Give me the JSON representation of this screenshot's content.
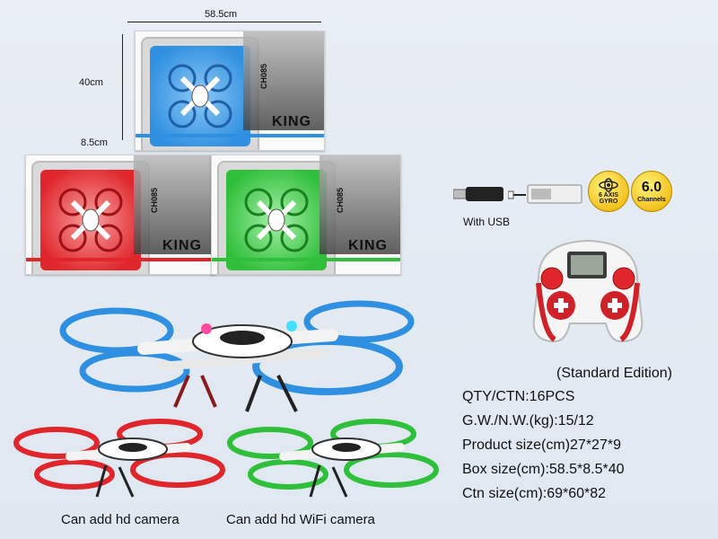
{
  "dimensions": {
    "width": "58.5cm",
    "height": "40cm",
    "depth": "8.5cm"
  },
  "boxes": [
    {
      "model": "CH085",
      "brand": "KING",
      "color": "#2f8fe0"
    },
    {
      "model": "CH085",
      "brand": "KING",
      "color": "#e0252b"
    },
    {
      "model": "CH085",
      "brand": "KING",
      "color": "#2fbf3a"
    }
  ],
  "accessories": {
    "usb_label": "With USB",
    "gyro_badge": {
      "line1": "6 AXIS",
      "line2": "GYRO"
    },
    "channels_badge": {
      "value": "6.0",
      "label": "Channels"
    }
  },
  "specs": {
    "edition": "(Standard Edition)",
    "qty": "QTY/CTN:16PCS",
    "weight": "G.W./N.W.(kg):15/12",
    "product_size": "Product size(cm)27*27*9",
    "box_size": "Box size(cm):58.5*8.5*40",
    "ctn_size": "Ctn size(cm):69*60*82"
  },
  "captions": {
    "left": "Can add hd camera",
    "right": "Can add hd WiFi camera"
  },
  "colors": {
    "blue": "#2f8fe0",
    "red": "#e0252b",
    "green": "#2fbf3a",
    "gold": "#f3c320"
  }
}
